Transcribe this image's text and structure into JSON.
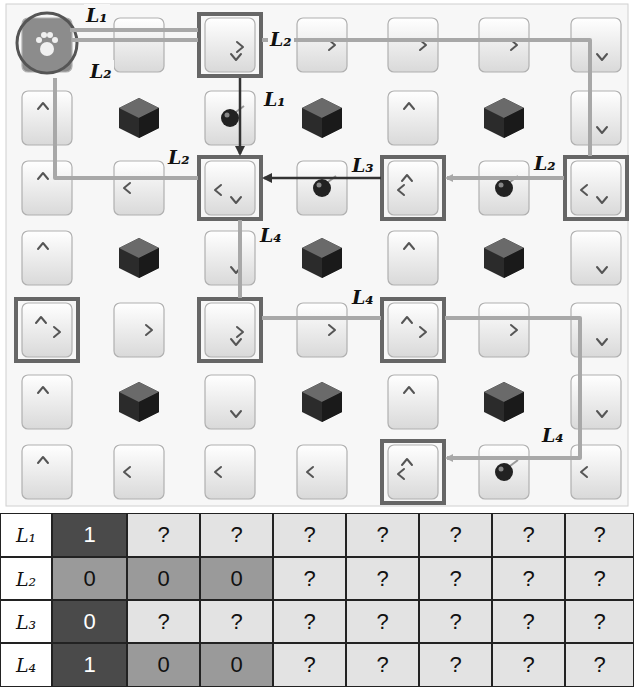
{
  "diagram": {
    "labels": [
      "L₁",
      "L₂",
      "L₂",
      "L₁",
      "L₂",
      "L₃",
      "L₂",
      "L₄",
      "L₄",
      "L₄",
      "L₁",
      "1",
      "?",
      "?",
      "?",
      "?",
      "?",
      "?",
      "?",
      "L₂",
      "0",
      "0",
      "0",
      "?",
      "?",
      "?",
      "?",
      "?",
      "L₃",
      "0",
      "?",
      "?",
      "?",
      "?",
      "?",
      "?",
      "?",
      "L₄",
      "1",
      "0",
      "0",
      "?",
      "?",
      "?",
      "?",
      "?"
    ]
  }
}
